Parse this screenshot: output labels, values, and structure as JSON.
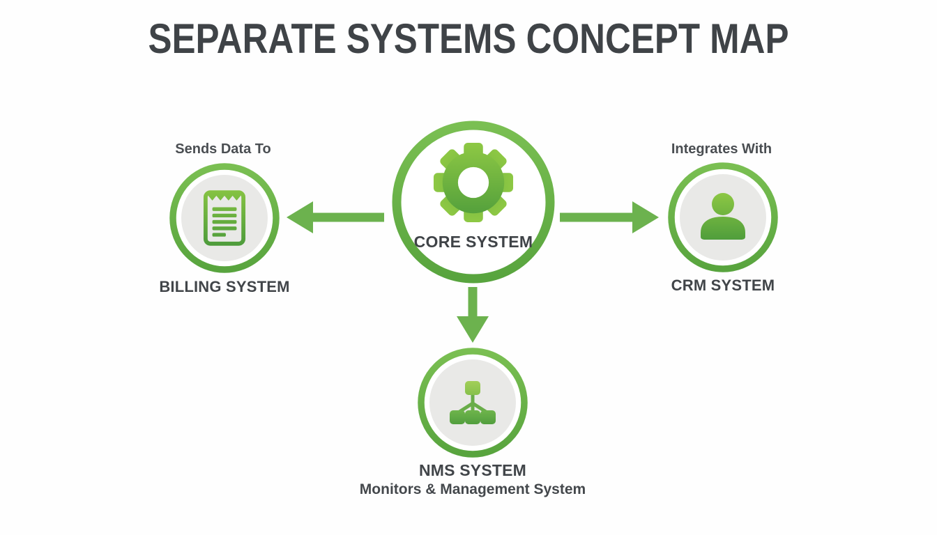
{
  "title": "SEPARATE SYSTEMS CONCEPT MAP",
  "core": {
    "label": "CORE SYSTEM",
    "icon": "gear-icon"
  },
  "nodes": [
    {
      "id": "billing",
      "relation_label": "Sends Data To",
      "label": "BILLING SYSTEM",
      "icon": "receipt-icon",
      "position": "left"
    },
    {
      "id": "crm",
      "relation_label": "Integrates With",
      "label": "CRM SYSTEM",
      "icon": "person-icon",
      "position": "right"
    },
    {
      "id": "nms",
      "label": "NMS SYSTEM",
      "sublabel": "Monitors & Management System",
      "icon": "network-tree-icon",
      "position": "bottom"
    }
  ],
  "colors": {
    "accent_green": "#6cb24e",
    "green_light": "#8fc944",
    "green_dark": "#4c9b3b",
    "ring_top": "#7abf52",
    "ring_bottom": "#58a43e",
    "node_inner_fill": "#e9e9e7",
    "text_dark": "#3f4347"
  }
}
